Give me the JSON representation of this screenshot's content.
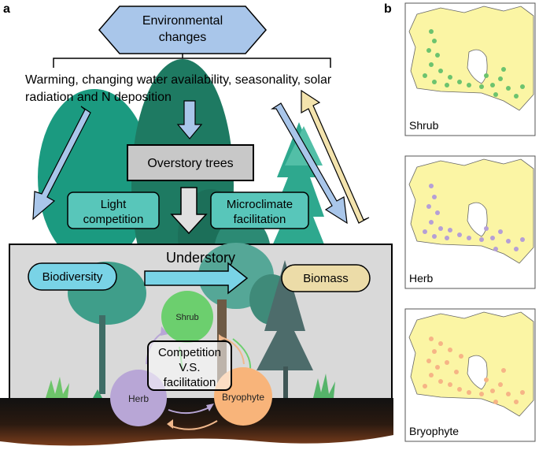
{
  "panel_a": {
    "label": "a",
    "environmental_changes": {
      "line1": "Environmental",
      "line2": "changes"
    },
    "drivers": {
      "line1": "Warming, changing water availability, seasonality, solar",
      "line2": "radiation and N deposition"
    },
    "overstory_trees": "Overstory trees",
    "light_competition": {
      "line1": "Light",
      "line2": "competition"
    },
    "microclimate_facilitation": {
      "line1": "Microclimate",
      "line2": "facilitation"
    },
    "understory": "Understory",
    "biodiversity": "Biodiversity",
    "biomass": "Biomass",
    "shrub": "Shrub",
    "herb": "Herb",
    "bryophyte": "Bryophyte",
    "competition_vs_facilitation": {
      "line1": "Competition",
      "line2": "V.S.",
      "line3": "facilitation"
    }
  },
  "panel_b": {
    "label": "b",
    "maps": [
      {
        "label": "Shrub",
        "dot_color": "#6cc36e"
      },
      {
        "label": "Herb",
        "dot_color": "#b59fd6"
      },
      {
        "label": "Bryophyte",
        "dot_color": "#f6b486"
      }
    ]
  },
  "colors": {
    "arrow_blue": "#a9c6ea",
    "arrow_cream": "#f3e3ad",
    "understory_box": "#d9d9d9",
    "overstory_box": "#c8c8c8",
    "teal_box": "#58c6ba",
    "biodiversity_fill": "#79d3e6",
    "biomass_fill": "#ecdca8",
    "shrub_circle": "#6ccf6e",
    "herb_circle": "#b8a6d6",
    "bryophyte_circle": "#f8b47a",
    "map_land": "#fbf5a4"
  }
}
